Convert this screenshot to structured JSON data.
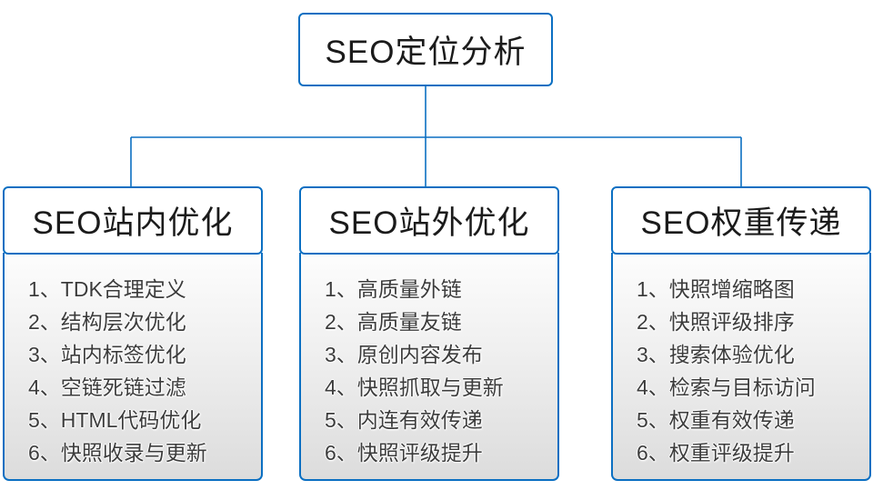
{
  "diagram": {
    "colors": {
      "accent_blue": "#0b6fc2",
      "panel_gray_bottom": "#dcdcdc",
      "text_dark": "#1b1b1b",
      "list_text": "#3c3c3c"
    },
    "root": {
      "title": "SEO定位分析"
    },
    "columns": [
      {
        "title": "SEO站内优化",
        "items": [
          "1、TDK合理定义",
          "2、结构层次优化",
          "3、站内标签优化",
          "4、空链死链过滤",
          "5、HTML代码优化",
          "6、快照收录与更新"
        ]
      },
      {
        "title": "SEO站外优化",
        "items": [
          "1、高质量外链",
          "2、高质量友链",
          "3、原创内容发布",
          "4、快照抓取与更新",
          "5、内连有效传递",
          "6、快照评级提升"
        ]
      },
      {
        "title": "SEO权重传递",
        "items": [
          "1、快照增缩略图",
          "2、快照评级排序",
          "3、搜索体验优化",
          "4、检索与目标访问",
          "5、权重有效传递",
          "6、权重评级提升"
        ]
      }
    ]
  }
}
